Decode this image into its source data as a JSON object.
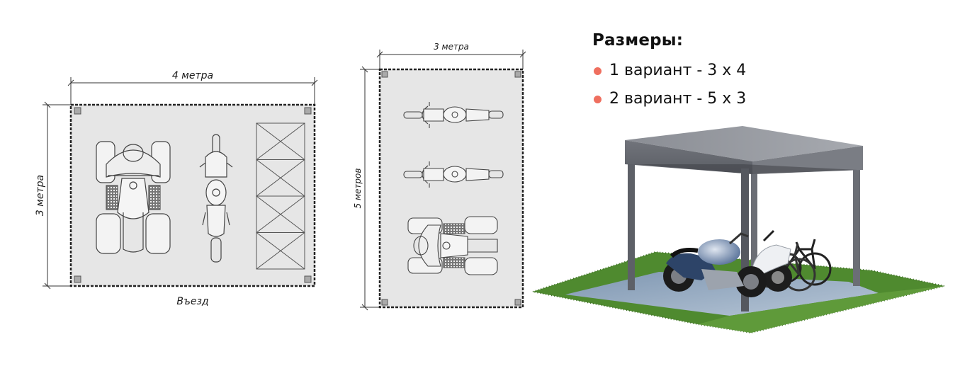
{
  "plan_4x3": {
    "width_label": "4 метра",
    "height_label": "3 метра",
    "entrance_label": "Въезд"
  },
  "plan_3x5": {
    "width_label": "3 метра",
    "height_label": "5 метров"
  },
  "sizes": {
    "title": "Размеры:",
    "bullet_color": "#ef6f5f",
    "items": [
      {
        "label": "1 вариант - 3 х 4"
      },
      {
        "label": "2 вариант - 5 х 3"
      }
    ]
  }
}
